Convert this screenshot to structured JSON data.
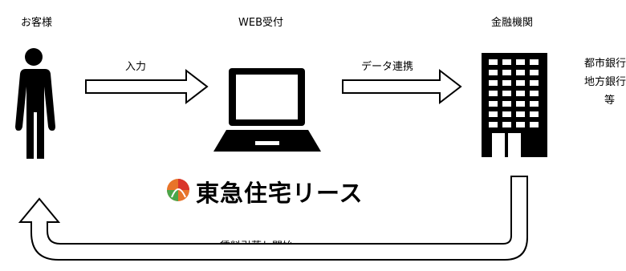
{
  "nodes": {
    "customer": "お客様",
    "web": "WEB受付",
    "bank": "金融機関"
  },
  "flows": {
    "input": "入力",
    "data_link": "データ連携",
    "debit_start": "賃料引落し開始"
  },
  "banks": [
    "都市銀行",
    "地方銀行",
    "等"
  ],
  "logo": {
    "text": "東急住宅リース"
  },
  "colors": {
    "line": "#000000",
    "fill": "#ffffff",
    "logo_orange": "#e8742a",
    "logo_red": "#d9342b",
    "logo_green": "#4aa64a"
  }
}
